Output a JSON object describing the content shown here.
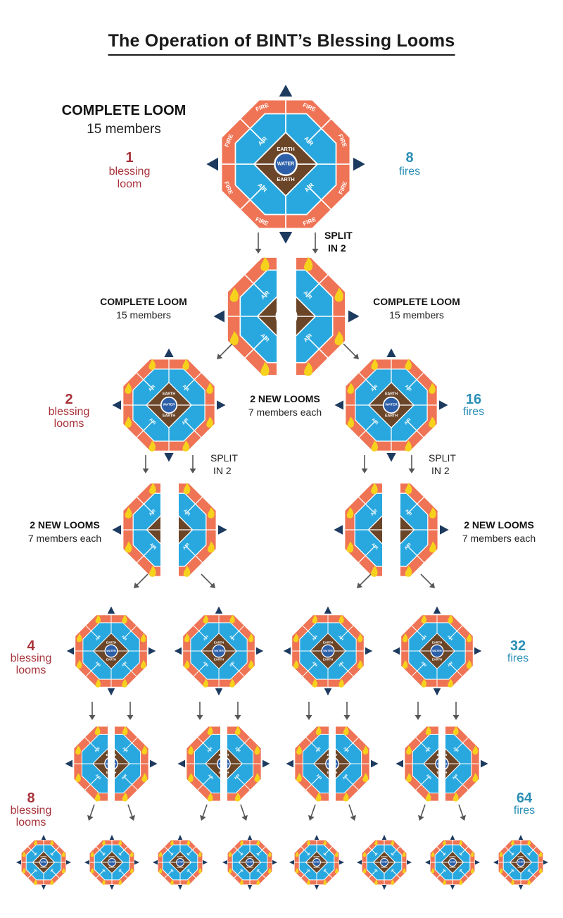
{
  "title": "The Operation of BINT’s Blessing Looms",
  "element_labels": {
    "fire": "FIRE",
    "air": "AIR",
    "earth": "EARTH",
    "water": "WATER"
  },
  "labels": {
    "complete_loom": "COMPLETE LOOM",
    "fifteen_members": "15 members",
    "two_new_looms": "2 NEW LOOMS",
    "seven_members_each": "7 members each",
    "split": "SPLIT",
    "in_2": "IN 2"
  },
  "stats": {
    "level1": {
      "looms": "1",
      "looms_text_1": "blessing",
      "looms_text_2": "loom",
      "fires": "8",
      "fires_text": "fires"
    },
    "level2": {
      "looms": "2",
      "looms_text_1": "blessing",
      "looms_text_2": "looms",
      "fires": "16",
      "fires_text": "fires"
    },
    "level3": {
      "looms": "4",
      "looms_text_1": "blessing",
      "looms_text_2": "looms",
      "fires": "32",
      "fires_text": "fires"
    },
    "level4": {
      "looms": "8",
      "looms_text_1": "blessing",
      "looms_text_2": "looms",
      "fires": "64",
      "fires_text": "fires"
    }
  },
  "colors": {
    "fire": "#ef7455",
    "air": "#29a8df",
    "earth": "#6b4528",
    "water": "#2c5fa8",
    "navy": "#1d3a5f",
    "flame": "#f6d21c",
    "red_text": "#a8323a",
    "teal_text": "#2a8fb6",
    "arrow": "#555555"
  },
  "icons": [
    "flame-icon",
    "compass-arrow-icon",
    "down-arrow-icon"
  ]
}
